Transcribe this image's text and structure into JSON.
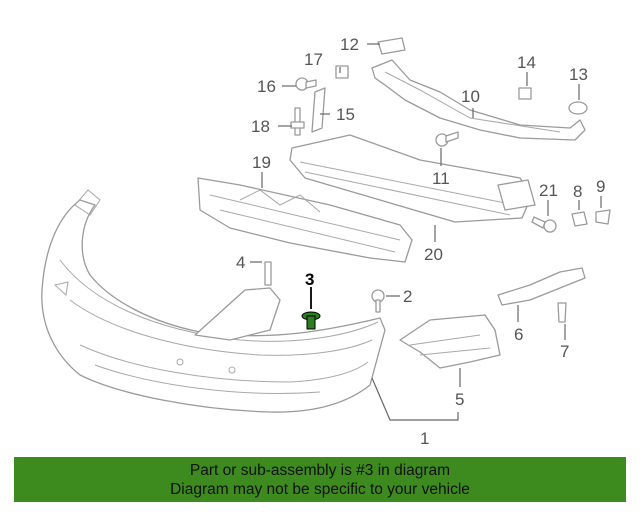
{
  "diagram": {
    "callouts": [
      {
        "id": "callout-1",
        "text": "1"
      },
      {
        "id": "callout-2",
        "text": "2"
      },
      {
        "id": "callout-3",
        "text": "3"
      },
      {
        "id": "callout-4",
        "text": "4"
      },
      {
        "id": "callout-5",
        "text": "5"
      },
      {
        "id": "callout-6",
        "text": "6"
      },
      {
        "id": "callout-7",
        "text": "7"
      },
      {
        "id": "callout-8",
        "text": "8"
      },
      {
        "id": "callout-9",
        "text": "9"
      },
      {
        "id": "callout-10",
        "text": "10"
      },
      {
        "id": "callout-11",
        "text": "11"
      },
      {
        "id": "callout-12",
        "text": "12"
      },
      {
        "id": "callout-13",
        "text": "13"
      },
      {
        "id": "callout-14",
        "text": "14"
      },
      {
        "id": "callout-15",
        "text": "15"
      },
      {
        "id": "callout-16",
        "text": "16"
      },
      {
        "id": "callout-17",
        "text": "17"
      },
      {
        "id": "callout-18",
        "text": "18"
      },
      {
        "id": "callout-19",
        "text": "19"
      },
      {
        "id": "callout-20",
        "text": "20"
      },
      {
        "id": "callout-21",
        "text": "21"
      }
    ],
    "highlighted_part": "3",
    "highlight_color": "#2e7d1e"
  },
  "footer": {
    "line1": "Part or sub-assembly is #3 in diagram",
    "line2": "Diagram may not be specific to your vehicle",
    "background": "#3d8a1f"
  }
}
